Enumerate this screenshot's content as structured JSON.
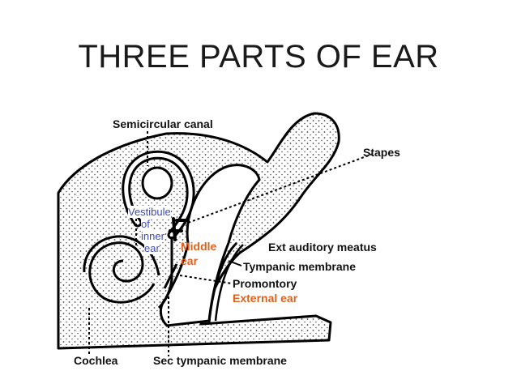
{
  "title": "THREE PARTS OF EAR",
  "labels": {
    "semicircular_canal": "Semicircular canal",
    "stapes": "Stapes",
    "vestibule": [
      "Vestibule",
      "of",
      "inner",
      "ear"
    ],
    "middle_ear": [
      "Middle",
      "ear"
    ],
    "ext_auditory_meatus": "Ext auditory meatus",
    "tympanic_membrane": "Tympanic membrane",
    "promontory": "Promontory",
    "external_ear": "External ear",
    "cochlea": "Cochlea",
    "sec_tympanic_membrane": "Sec tympanic membrane"
  },
  "colors": {
    "text": "#111111",
    "inner_ear_label": "#3a4bbf",
    "ear_part_label": "#e0601c",
    "bone_fill": "#ececec"
  }
}
